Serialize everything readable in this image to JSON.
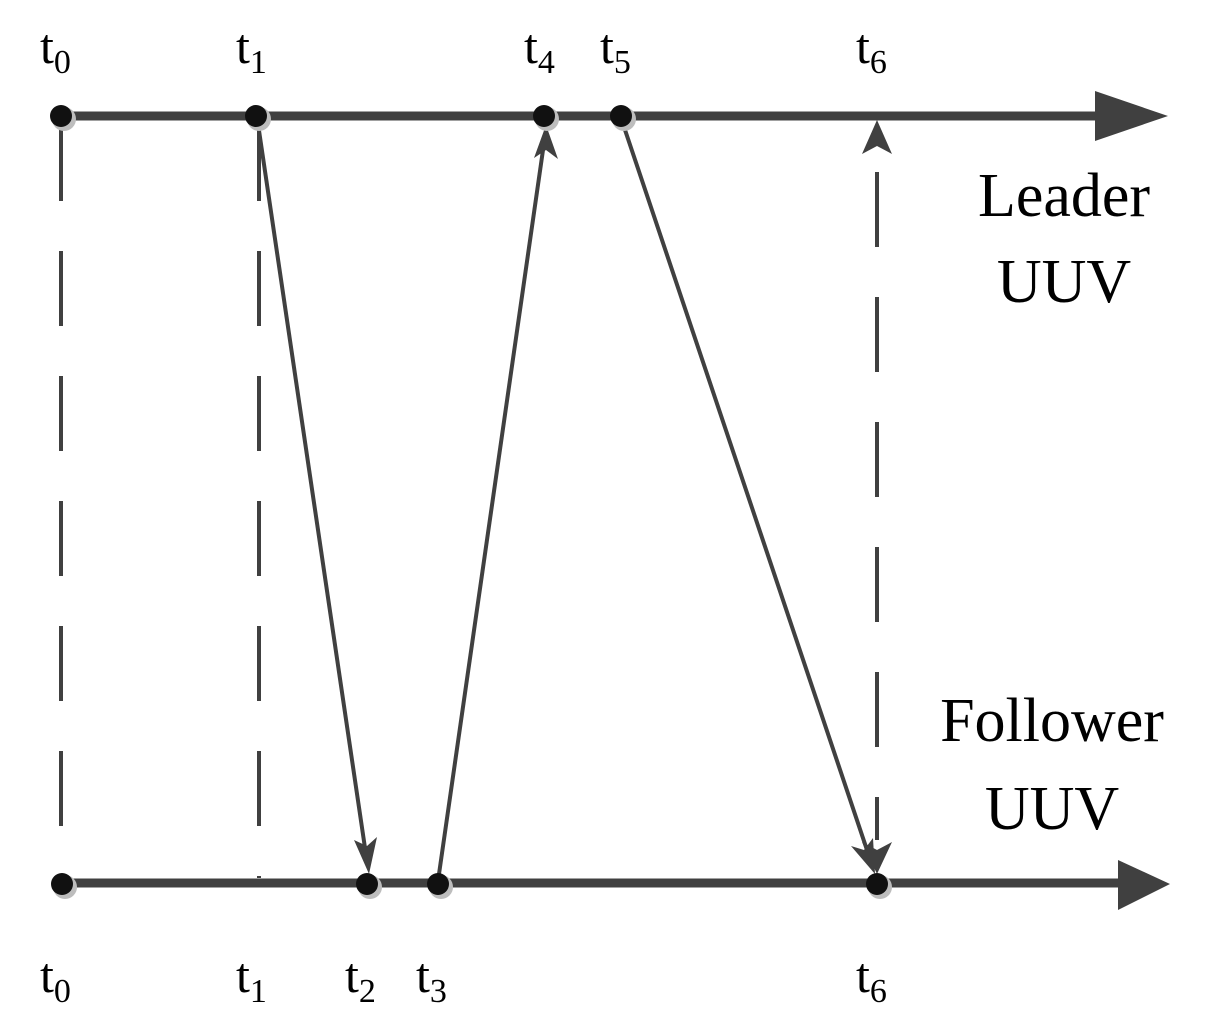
{
  "colors": {
    "line": "#404040",
    "dot_fill": "#111111",
    "dot_shadow": "#bdbdbd",
    "text": "#000000"
  },
  "leader": {
    "label_line1": "Leader",
    "label_line2": "UUV",
    "times": [
      {
        "base": "t",
        "sub": "0"
      },
      {
        "base": "t",
        "sub": "1"
      },
      {
        "base": "t",
        "sub": "4"
      },
      {
        "base": "t",
        "sub": "5"
      },
      {
        "base": "t",
        "sub": "6"
      }
    ]
  },
  "follower": {
    "label_line1": "Follower",
    "label_line2": "UUV",
    "times": [
      {
        "base": "t",
        "sub": "0"
      },
      {
        "base": "t",
        "sub": "1"
      },
      {
        "base": "t",
        "sub": "2"
      },
      {
        "base": "t",
        "sub": "3"
      },
      {
        "base": "t",
        "sub": "6"
      }
    ]
  }
}
